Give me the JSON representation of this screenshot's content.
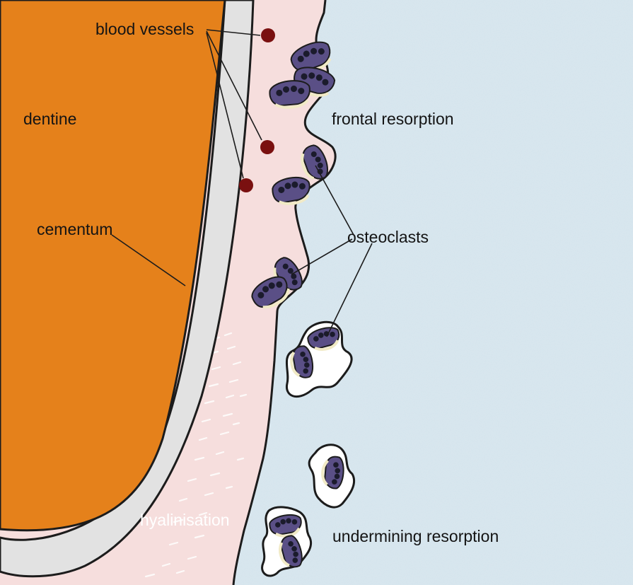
{
  "labels": {
    "blood_vessels": "blood vessels",
    "dentine": "dentine",
    "cementum": "cementum",
    "frontal_resorption": "frontal resorption",
    "osteoclasts": "osteoclasts",
    "hyalinisation": "hyalinisation",
    "undermining_resorption": "undermining resorption"
  },
  "colors": {
    "dentine": "#e5811b",
    "cementum": "#e2e2e2",
    "pdl_ligament": "#f6dedd",
    "bone": "#d3e3ec",
    "blood_vessel": "#7a1010",
    "osteoclast_cell": "#5a4f86",
    "osteoclast_nucleus": "#1b1b2c",
    "osteoclast_rim": "#f1eac6",
    "outline": "#1c1c1c"
  }
}
